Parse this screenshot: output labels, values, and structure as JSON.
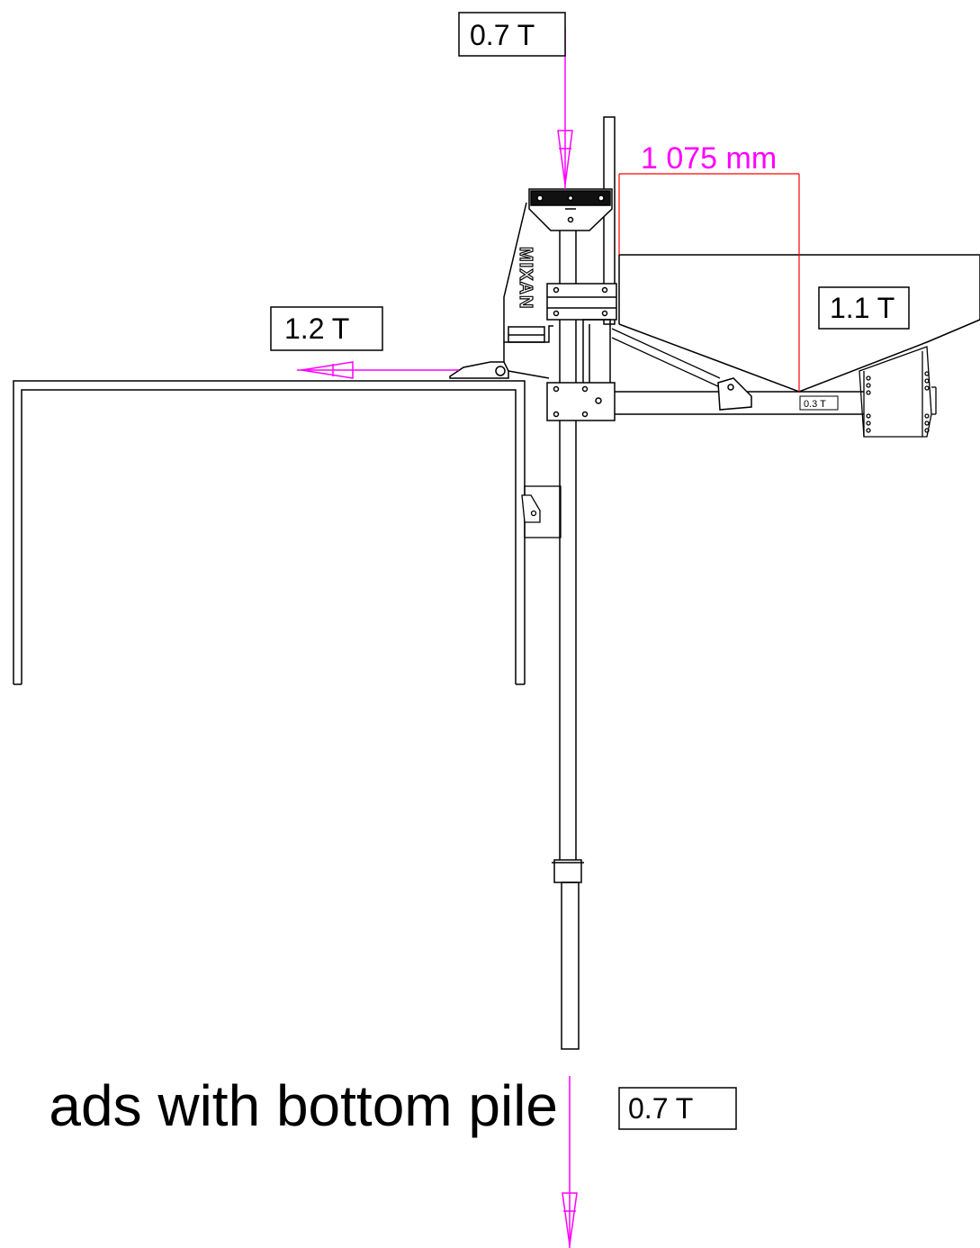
{
  "caption": "ads with bottom pile",
  "brand": "MIXAN",
  "dimension": {
    "label": "1 075 mm"
  },
  "loads": {
    "top": "0.7 T",
    "side": "1.2 T",
    "hopper": "1.1 T",
    "arm": "0.3 T",
    "bottom": "0.7 T"
  },
  "colors": {
    "force": "#ff00ff",
    "dimension_line": "#ff0000",
    "drawing": "#000000"
  }
}
